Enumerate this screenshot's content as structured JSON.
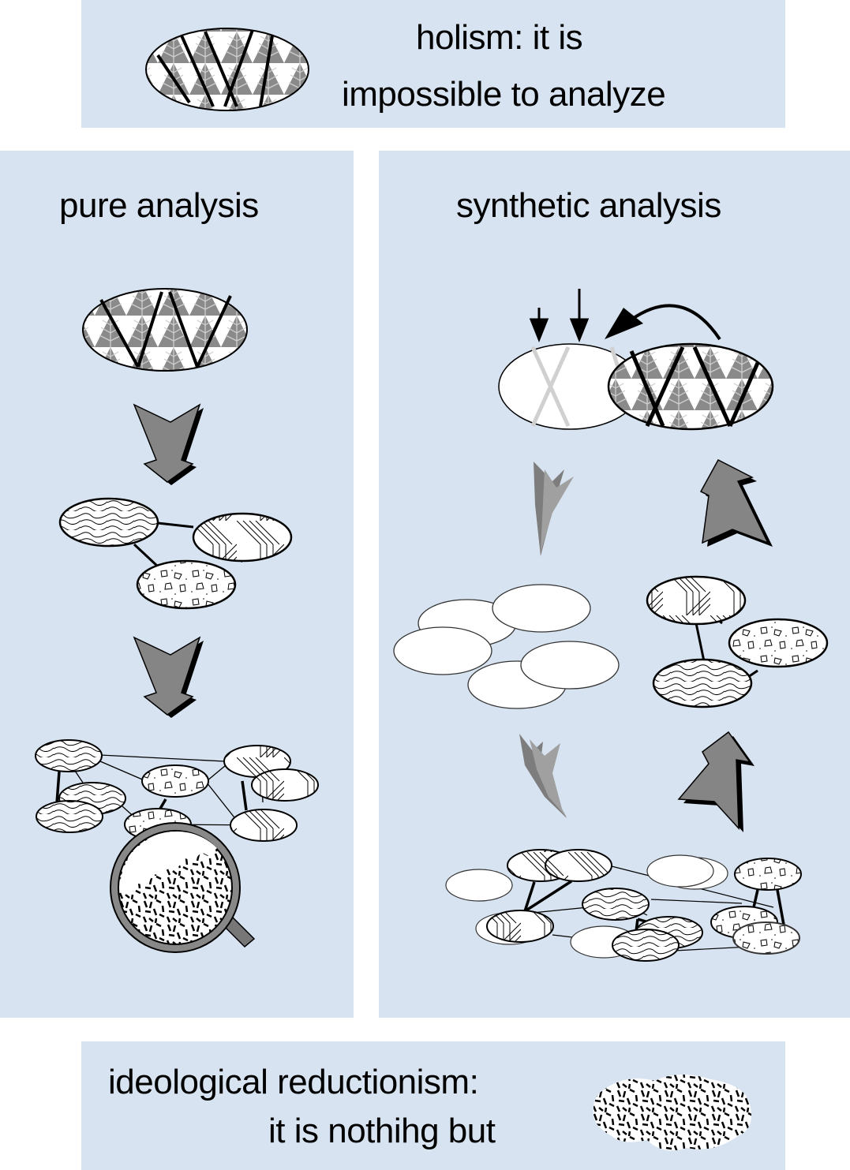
{
  "top_panel": {
    "line1": "holism: it is",
    "line2": "impossible to analyze",
    "icon": "leaf-mosaic-ellipse"
  },
  "left_panel": {
    "title": "pure analysis",
    "steps": [
      "whole-leaf-ellipse",
      "down-arrow",
      "three-parts-network",
      "down-arrow",
      "many-parts-network",
      "magnifier-on-particles"
    ]
  },
  "right_panel": {
    "title": "synthetic analysis",
    "steps": [
      "reassembled-whole",
      "faded-down-arrow",
      "blank-parts",
      "three-parts-network",
      "up-arrow",
      "faded-down-arrow",
      "mixed-parts-network",
      "up-arrow"
    ]
  },
  "bottom_panel": {
    "line1": "ideological reductionism:",
    "line2": "it is nothihg but",
    "icon": "particle-blob"
  },
  "colors": {
    "panel_bg": "#d7e3f0",
    "arrow_fill": "#858585",
    "faded_arrow": "#9a9a9a",
    "outline": "#000000"
  }
}
